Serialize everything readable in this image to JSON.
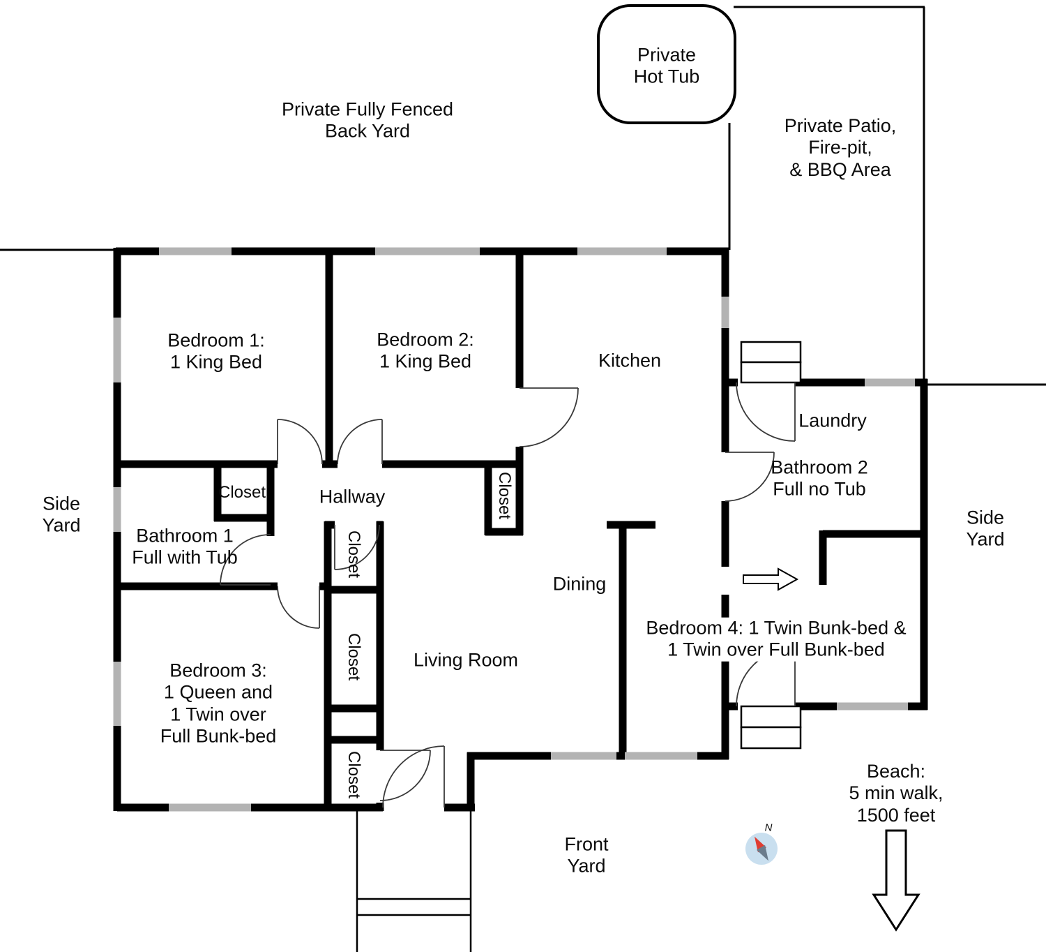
{
  "colors": {
    "wall": "#000000",
    "window": "#b3b3b3",
    "compass_fill": "#c9dfef",
    "compass_north_needle": "#e03c31",
    "compass_south_needle": "#6b7c8c",
    "background": "#ffffff"
  },
  "labels": {
    "back_yard": "Private Fully Fenced\nBack Yard",
    "hot_tub": "Private\nHot Tub",
    "patio": "Private Patio,\nFire-pit,\n& BBQ Area",
    "bedroom1": "Bedroom 1:\n1 King Bed",
    "bedroom2": "Bedroom 2:\n1 King Bed",
    "kitchen": "Kitchen",
    "laundry": "Laundry",
    "bathroom2": "Bathroom 2\nFull no Tub",
    "side_yard_left": "Side\nYard",
    "side_yard_right": "Side\nYard",
    "closet1": "Closet",
    "hallway": "Hallway",
    "closet2": "Closet",
    "bathroom1": "Bathroom 1\nFull with Tub",
    "closet3": "Closet",
    "dining": "Dining",
    "bedroom4": "Bedroom 4: 1 Twin Bunk-bed &\n1 Twin over Full Bunk-bed",
    "closet4": "Closet",
    "bedroom3": "Bedroom 3:\n1 Queen and\n1 Twin over\nFull Bunk-bed",
    "living_room": "Living Room",
    "closet5": "Closet",
    "beach": "Beach:\n5 min walk,\n1500 feet",
    "front_yard": "Front\nYard",
    "compass_north": "N"
  }
}
